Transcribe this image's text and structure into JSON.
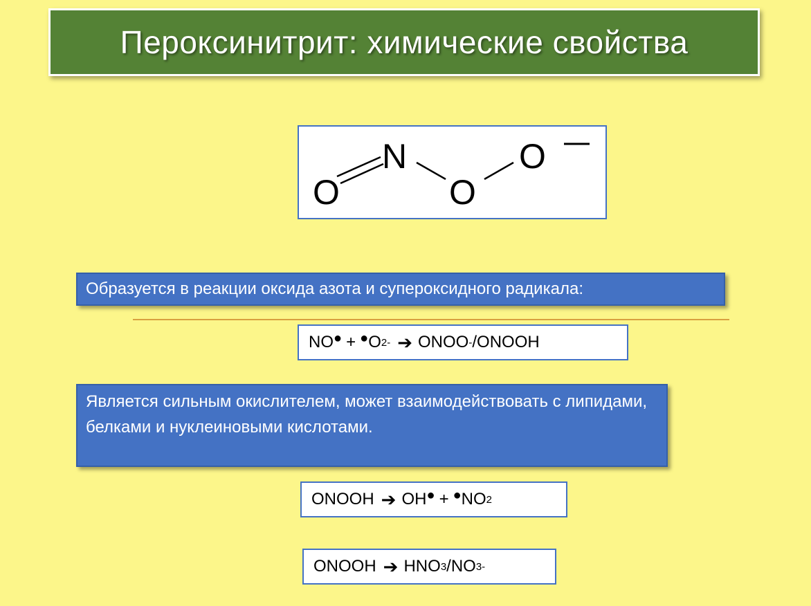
{
  "slide": {
    "title": "Пероксинитрит: химические свойства"
  },
  "structure": {
    "atom_n": "N",
    "atom_o1": "O",
    "atom_o2": "O",
    "atom_o3": "O",
    "charge": "—"
  },
  "formation": {
    "text": "Образуется в реакции оксида азота и супероксидного радикала:",
    "equation": {
      "reactant1": "NO",
      "plus": "+",
      "reactant2": "O",
      "reactant2_sub": "2",
      "reactant2_sup": "-",
      "product": "ONOO",
      "product_sup": "-",
      "product_rest": "/ONOOH"
    }
  },
  "oxidizer": {
    "text": "Является сильным окислителем, может взаимодействовать с липидами, белками и нуклеиновыми кислотами."
  },
  "reaction2": {
    "reactant": "ONOOH",
    "product1": "OH",
    "plus": "+",
    "product2": "NO",
    "product2_sub": "2"
  },
  "reaction3": {
    "reactant": "ONOOH",
    "product1": "HNO",
    "product1_sub": "3",
    "slash": "/NO",
    "product2_sub": "3",
    "product2_sup": "-"
  },
  "colors": {
    "background": "#fcf68a",
    "title_bar": "#548235",
    "blue_box": "#4472c4",
    "divider": "#d9a040"
  }
}
